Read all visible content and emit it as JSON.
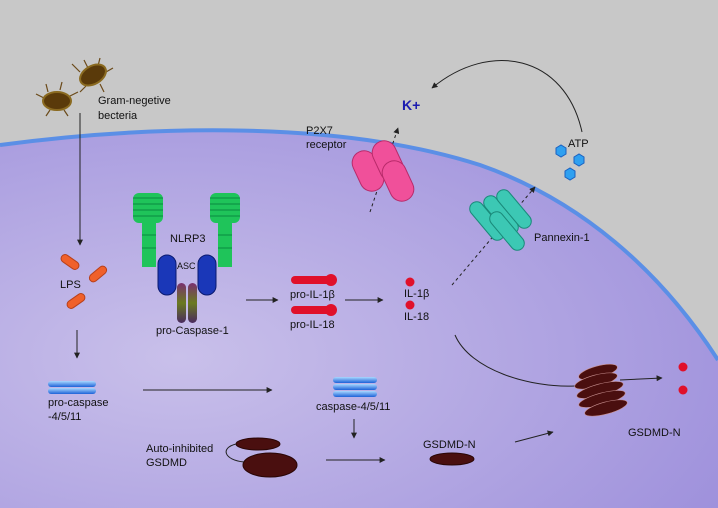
{
  "labels": {
    "bacteria": [
      "Gram-negetive",
      "becteria"
    ],
    "lps": "LPS",
    "nlrp3": "NLRP3",
    "asc": "ASC",
    "pro_caspase1": "pro-Caspase-1",
    "pro_il1b": "pro-IL-1β",
    "pro_il18": "pro-IL-18",
    "il1b": "IL-1β",
    "il18": "IL-18",
    "p2x7": [
      "P2X7",
      "receptor"
    ],
    "kplus": "K+",
    "atp": "ATP",
    "pannexin": "Pannexin-1",
    "pro_caspase_4511": [
      "pro-caspase",
      "-4/5/11"
    ],
    "caspase_4511": "caspase-4/5/11",
    "autoinhibited": [
      "Auto-inhibited",
      "GSDMD"
    ],
    "gsdmd_n_cyto": "GSDMD-N",
    "gsdmd_n_pore": "GSDMD-N"
  },
  "colors": {
    "background": "#c8c8c8",
    "cytoplasm": "#a89bdc",
    "membrane": "#5b8fe6",
    "nlrp3": "#1fc45a",
    "asc": "#1a37b8",
    "il": "#e0102a",
    "p2x7": "#f0509a",
    "pannexin": "#3cc8b4",
    "caspase": "#2f7fe8",
    "gsdmd": "#4a0f0f",
    "lps": "#f0602a"
  }
}
